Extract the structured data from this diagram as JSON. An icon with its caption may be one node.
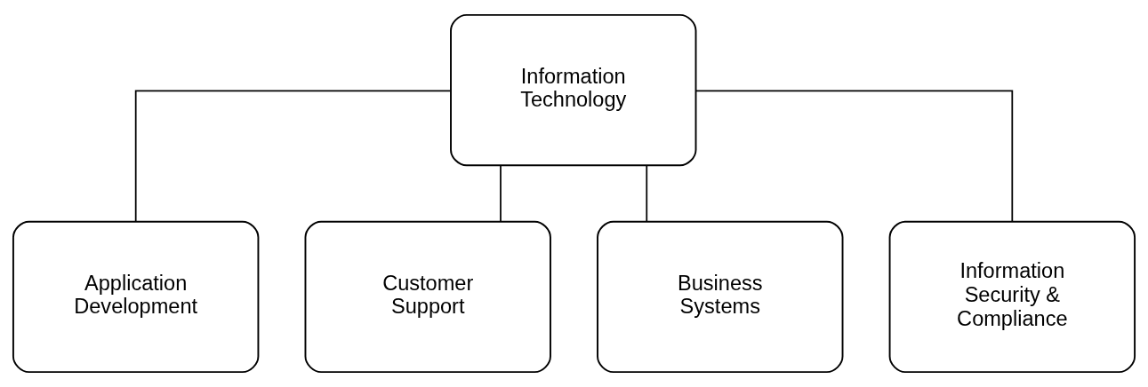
{
  "diagram": {
    "nodes": [
      {
        "text": [
          "Information Technology"
        ]
      },
      {
        "text": [
          "Application Development"
        ]
      },
      {
        "text": [
          "Customer Support"
        ]
      },
      {
        "text": [
          "Business Systems"
        ]
      },
      {
        "text": [
          "Information Security & Compliance"
        ]
      }
    ],
    "edges": [
      {
        "from": 0,
        "to": 1,
        "arrow": "none"
      },
      {
        "from": 0,
        "to": 2,
        "arrow": "none"
      },
      {
        "from": 0,
        "to": 3,
        "arrow": "none"
      },
      {
        "from": 0,
        "to": 4,
        "arrow": "none"
      }
    ]
  }
}
